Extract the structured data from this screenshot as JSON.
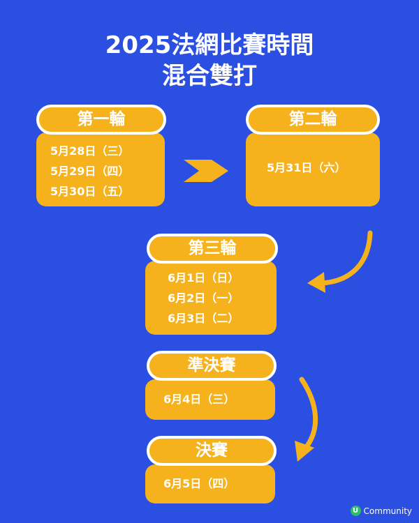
{
  "title": {
    "line1": "2025法網比賽時間",
    "line2": "混合雙打"
  },
  "rounds": [
    {
      "label": "第一輪",
      "dates": [
        "5月28日（三）",
        "5月29日（四）",
        "5月30日（五）"
      ]
    },
    {
      "label": "第二輪",
      "dates": [
        "5月31日（六）"
      ]
    },
    {
      "label": "第三輪",
      "dates": [
        "6月1日（日）",
        "6月2日（一）",
        "6月3日（二）"
      ]
    },
    {
      "label": "準決賽",
      "dates": [
        "6月4日（三）"
      ]
    },
    {
      "label": "決賽",
      "dates": [
        "6月5日（四）"
      ]
    }
  ],
  "logo": {
    "mark": "U",
    "text": "Community"
  },
  "colors": {
    "background": "#2B4FE0",
    "accent": "#F6B21C",
    "text": "#FFFFFF"
  },
  "icons": [
    "chevron-right-icon",
    "curved-arrow-down-left-icon",
    "curved-arrow-down-icon"
  ]
}
